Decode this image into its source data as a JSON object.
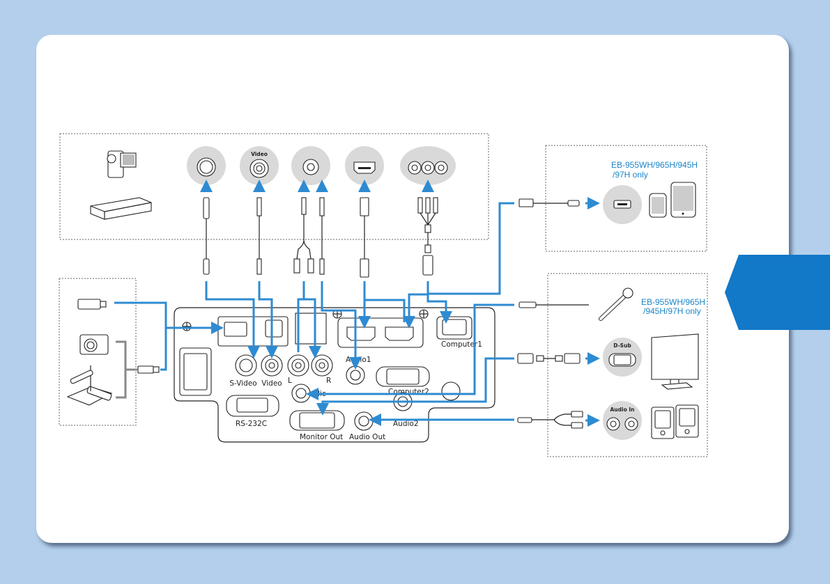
{
  "page": {
    "background_color": "#b3cfec",
    "card_color": "#ffffff",
    "accent_color": "#2e8bd2",
    "tab_color": "#1278c8"
  },
  "sources_top": {
    "devices": [
      {
        "name": "video-camera",
        "icon": "camcorder-icon"
      },
      {
        "name": "dvd-player",
        "icon": "dvd-player-icon"
      }
    ],
    "ports": [
      {
        "id": "svideo",
        "label": ""
      },
      {
        "id": "video",
        "label": "Video"
      },
      {
        "id": "audio",
        "label": ""
      },
      {
        "id": "hdmi",
        "label": ""
      },
      {
        "id": "component",
        "label": ""
      }
    ]
  },
  "sources_left": {
    "devices": [
      {
        "name": "usb-flash-drive",
        "icon": "usb-drive-icon"
      },
      {
        "name": "digital-camera",
        "icon": "camera-icon"
      },
      {
        "name": "document-camera",
        "icon": "document-camera-icon"
      }
    ]
  },
  "projector": {
    "ports": {
      "svideo": "S-Video",
      "video": "Video",
      "l": "L",
      "r": "R",
      "audio1": "Audio1",
      "computer1": "Computer1",
      "computer2": "Computer2",
      "mic": "Mic",
      "rs232c": "RS-232C",
      "monitor_out": "Monitor Out",
      "audio_out": "Audio Out",
      "audio2": "Audio2"
    }
  },
  "outputs_top": {
    "note": [
      "EB-955WH/965H/945H",
      "/97H only"
    ],
    "devices": [
      {
        "name": "smartphone",
        "icon": "smartphone-icon"
      },
      {
        "name": "tablet",
        "icon": "tablet-icon"
      }
    ]
  },
  "outputs_right": {
    "mic_note": [
      "EB-955WH/965H",
      "/945H/97H only"
    ],
    "dsub_label": "D-Sub",
    "audio_in_label": "Audio In",
    "devices": [
      {
        "name": "microphone",
        "icon": "microphone-icon"
      },
      {
        "name": "monitor",
        "icon": "monitor-icon"
      },
      {
        "name": "speakers",
        "icon": "speakers-icon"
      }
    ]
  }
}
